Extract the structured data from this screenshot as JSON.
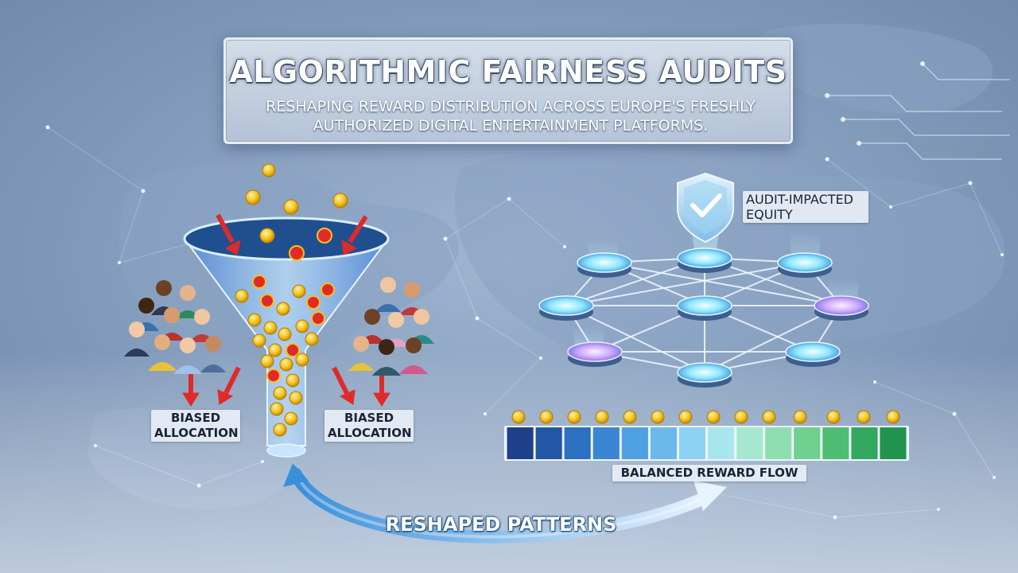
{
  "header": {
    "title": "ALGORITHMIC FAIRNESS AUDITS",
    "subtitle_line1": "RESHAPING REWARD DISTRIBUTION ACROSS EUROPE'S FRESHLY",
    "subtitle_line2": "AUTHORIZED DIGITAL ENTERTAINMENT PLATFORMS."
  },
  "funnel_section": {
    "left_label_line1": "BIASED",
    "left_label_line2": "ALLOCATION",
    "right_label_line1": "BIASED",
    "right_label_line2": "ALLOCATION"
  },
  "network_section": {
    "shield_label_line1": "AUDIT-IMPACTED",
    "shield_label_line2": "EQUITY"
  },
  "reward_bar": {
    "label": "BALANCED REWARD FLOW",
    "segment_colors": [
      "#1e3f8a",
      "#2456a6",
      "#2d6fc0",
      "#3a86d3",
      "#4fa0e0",
      "#6bb9eb",
      "#8cd2f2",
      "#a8e6ee",
      "#a6e8cf",
      "#8fdeb0",
      "#6fd08f",
      "#4dbe74",
      "#33a95f",
      "#22934f"
    ]
  },
  "arrow": {
    "label": "RESHAPED PATTERNS"
  },
  "colors": {
    "accent_red": "#e02a2a",
    "coin_gold": "#f4c21b",
    "node_cyan": "#7fe6ff",
    "node_purple": "#c9a3ff"
  }
}
